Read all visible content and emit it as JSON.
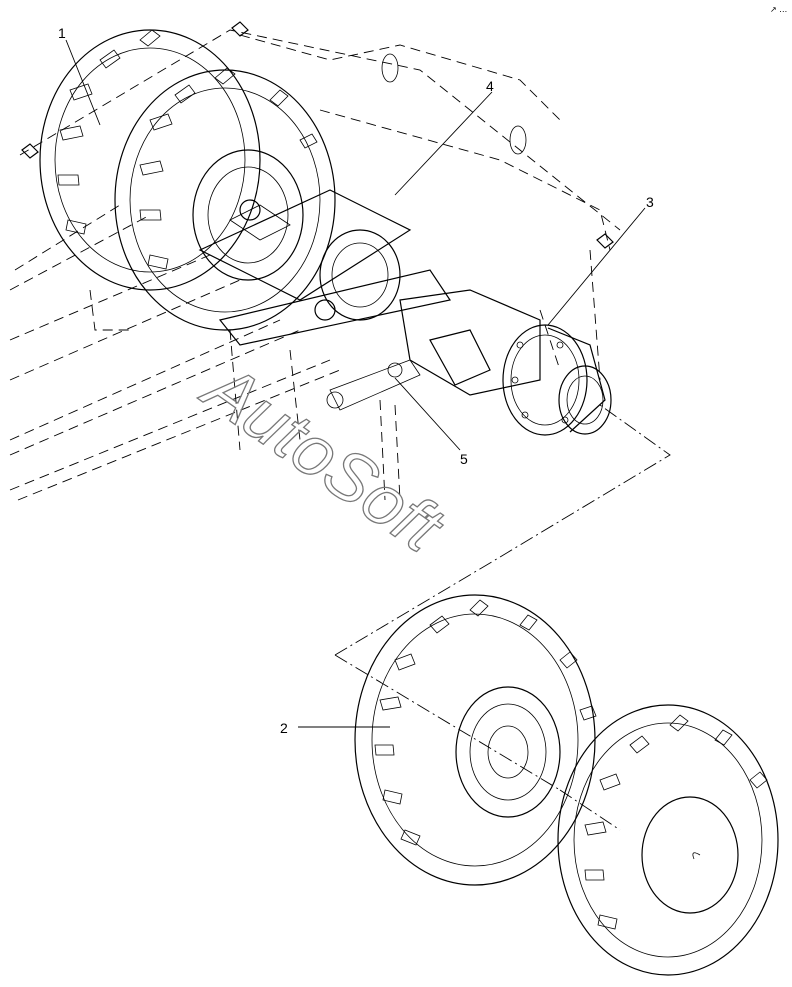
{
  "callouts": [
    {
      "id": "1",
      "label": "1"
    },
    {
      "id": "2",
      "label": "2"
    },
    {
      "id": "3",
      "label": "3"
    },
    {
      "id": "4",
      "label": "4"
    },
    {
      "id": "5",
      "label": "5"
    }
  ],
  "watermark": "AutoSoft",
  "corner_mark": "↗ …"
}
